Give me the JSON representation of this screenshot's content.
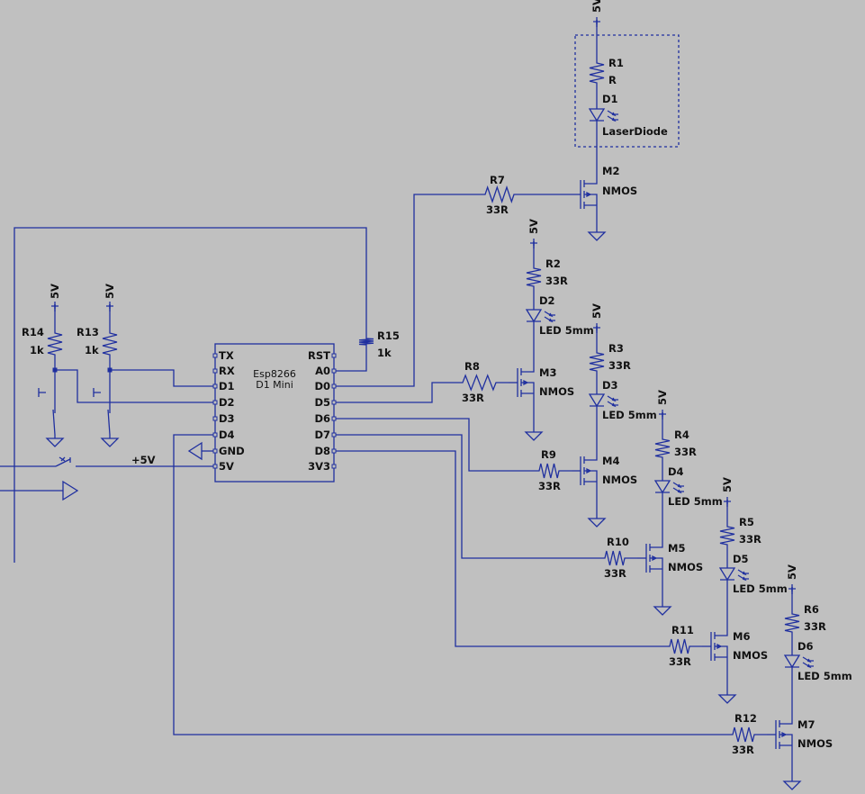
{
  "supply": "5V",
  "net_label_5v": "+5V",
  "module": {
    "name_line1": "Esp8266",
    "name_line2": "D1 Mini",
    "left_pins": [
      "TX",
      "RX",
      "D1",
      "D2",
      "D3",
      "D4",
      "GND",
      "5V"
    ],
    "right_pins": [
      "RST",
      "A0",
      "D0",
      "D5",
      "D6",
      "D7",
      "D8",
      "3V3"
    ]
  },
  "laser": {
    "r_ref": "R1",
    "r_val": "R",
    "d_ref": "D1",
    "d_val": "LaserDiode",
    "m_ref": "M2",
    "m_val": "NMOS",
    "rg_ref": "R7",
    "rg_val": "33R"
  },
  "led_stages": [
    {
      "r_ref": "R2",
      "r_val": "33R",
      "d_ref": "D2",
      "d_val": "LED 5mm",
      "m_ref": "M3",
      "m_val": "NMOS",
      "rg_ref": "R8",
      "rg_val": "33R"
    },
    {
      "r_ref": "R3",
      "r_val": "33R",
      "d_ref": "D3",
      "d_val": "LED 5mm",
      "m_ref": "M4",
      "m_val": "NMOS",
      "rg_ref": "R9",
      "rg_val": "33R"
    },
    {
      "r_ref": "R4",
      "r_val": "33R",
      "d_ref": "D4",
      "d_val": "LED 5mm",
      "m_ref": "M5",
      "m_val": "NMOS",
      "rg_ref": "R10",
      "rg_val": "33R"
    },
    {
      "r_ref": "R5",
      "r_val": "33R",
      "d_ref": "D5",
      "d_val": "LED 5mm",
      "m_ref": "M6",
      "m_val": "NMOS",
      "rg_ref": "R11",
      "rg_val": "33R"
    },
    {
      "r_ref": "R6",
      "r_val": "33R",
      "d_ref": "D6",
      "d_val": "LED 5mm",
      "m_ref": "M7",
      "m_val": "NMOS",
      "rg_ref": "R12",
      "rg_val": "33R"
    }
  ],
  "pullups": [
    {
      "ref": "R14",
      "val": "1k"
    },
    {
      "ref": "R13",
      "val": "1k"
    }
  ],
  "r15": {
    "ref": "R15",
    "val": "1k"
  }
}
